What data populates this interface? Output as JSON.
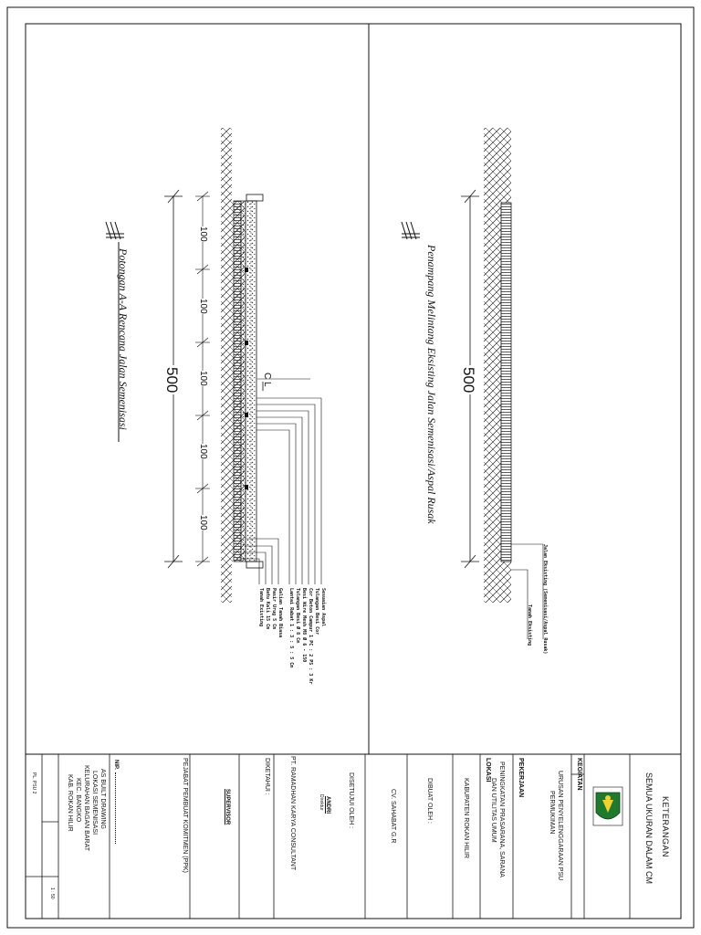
{
  "left_section": {
    "title": "Potongan A-A Rencana Jalan Semenisasi",
    "total_width": "500",
    "segments": [
      "100",
      "100",
      "100",
      "100",
      "100"
    ],
    "centerline": "C L",
    "callouts": [
      "Sesuaian Aspal",
      "Tulangan Besi Cor",
      "Cor Beton Campur 1 PC : 2 PS : 3 Kr",
      "Besi Wire Mesh M8 Ø 6 - 150",
      "Tulangan Besi Ø 8 Cm",
      "Lantai Rabat 1 : 3 : 5 : 5 Cm",
      "Galian Tanah Biasa",
      "Pasir Urug 5 Cm",
      "Batu Kali 15 Cm",
      "Tanah Existing"
    ]
  },
  "right_section": {
    "title": "Penampang Melintang Eksisting Jalan Semenisasi/Aspal Rusak",
    "total_width": "500",
    "callouts": [
      "Jalan Eksisting (Semenisasi/Aspal Rusak)",
      "Tanah Eksisting"
    ]
  },
  "title_block": {
    "keterangan_label": "KETERANGAN",
    "keterangan_value": "SEMUA UKURAN DALAM CM",
    "kegiatan_label": "KEGIATAN",
    "kegiatan_value_1": "URUSAN PENYELENGGARAAN PSU",
    "kegiatan_value_2": "PERMUKIMAN",
    "pekerjaan_label": "PEKERJAAN",
    "pekerjaan_value_1": "PENINGKATAN PRASARANA, SARANA",
    "pekerjaan_value_2": "DAN UTILITAS UMUM",
    "lokasi_label": "LOKASI",
    "lokasi_value": "KABUPATEN ROKAN HILIR",
    "dibuat_label": "DIBUAT OLEH :",
    "dibuat_value": "CV. SAHABAT G.R",
    "disetujui_label": "DISETUJUI OLEH :",
    "disetujui_name": "ANDRI",
    "disetujui_role": "Direktur",
    "disetujui_company": "PT. RAMADHAN KARYA CONSULTANT",
    "diketahui_label": "DIKETAHUI :",
    "supervisor_label": "SUPERVISOR",
    "ppk_label": "PEJABAT PEMBUAT KOMITMEN (PPK)",
    "nip_label": "NIP.",
    "drawing_1": "AS BUILT DRAWING",
    "drawing_2": "LOKASI SEMENISASI",
    "drawing_3": "KELURAHAN BAGAN BARAT",
    "drawing_4": "KEC. BANGKO",
    "drawing_5": "KAB. ROKAN HILIR",
    "sheet_code": "PL. PSU 2",
    "scale": "1 : 50"
  }
}
